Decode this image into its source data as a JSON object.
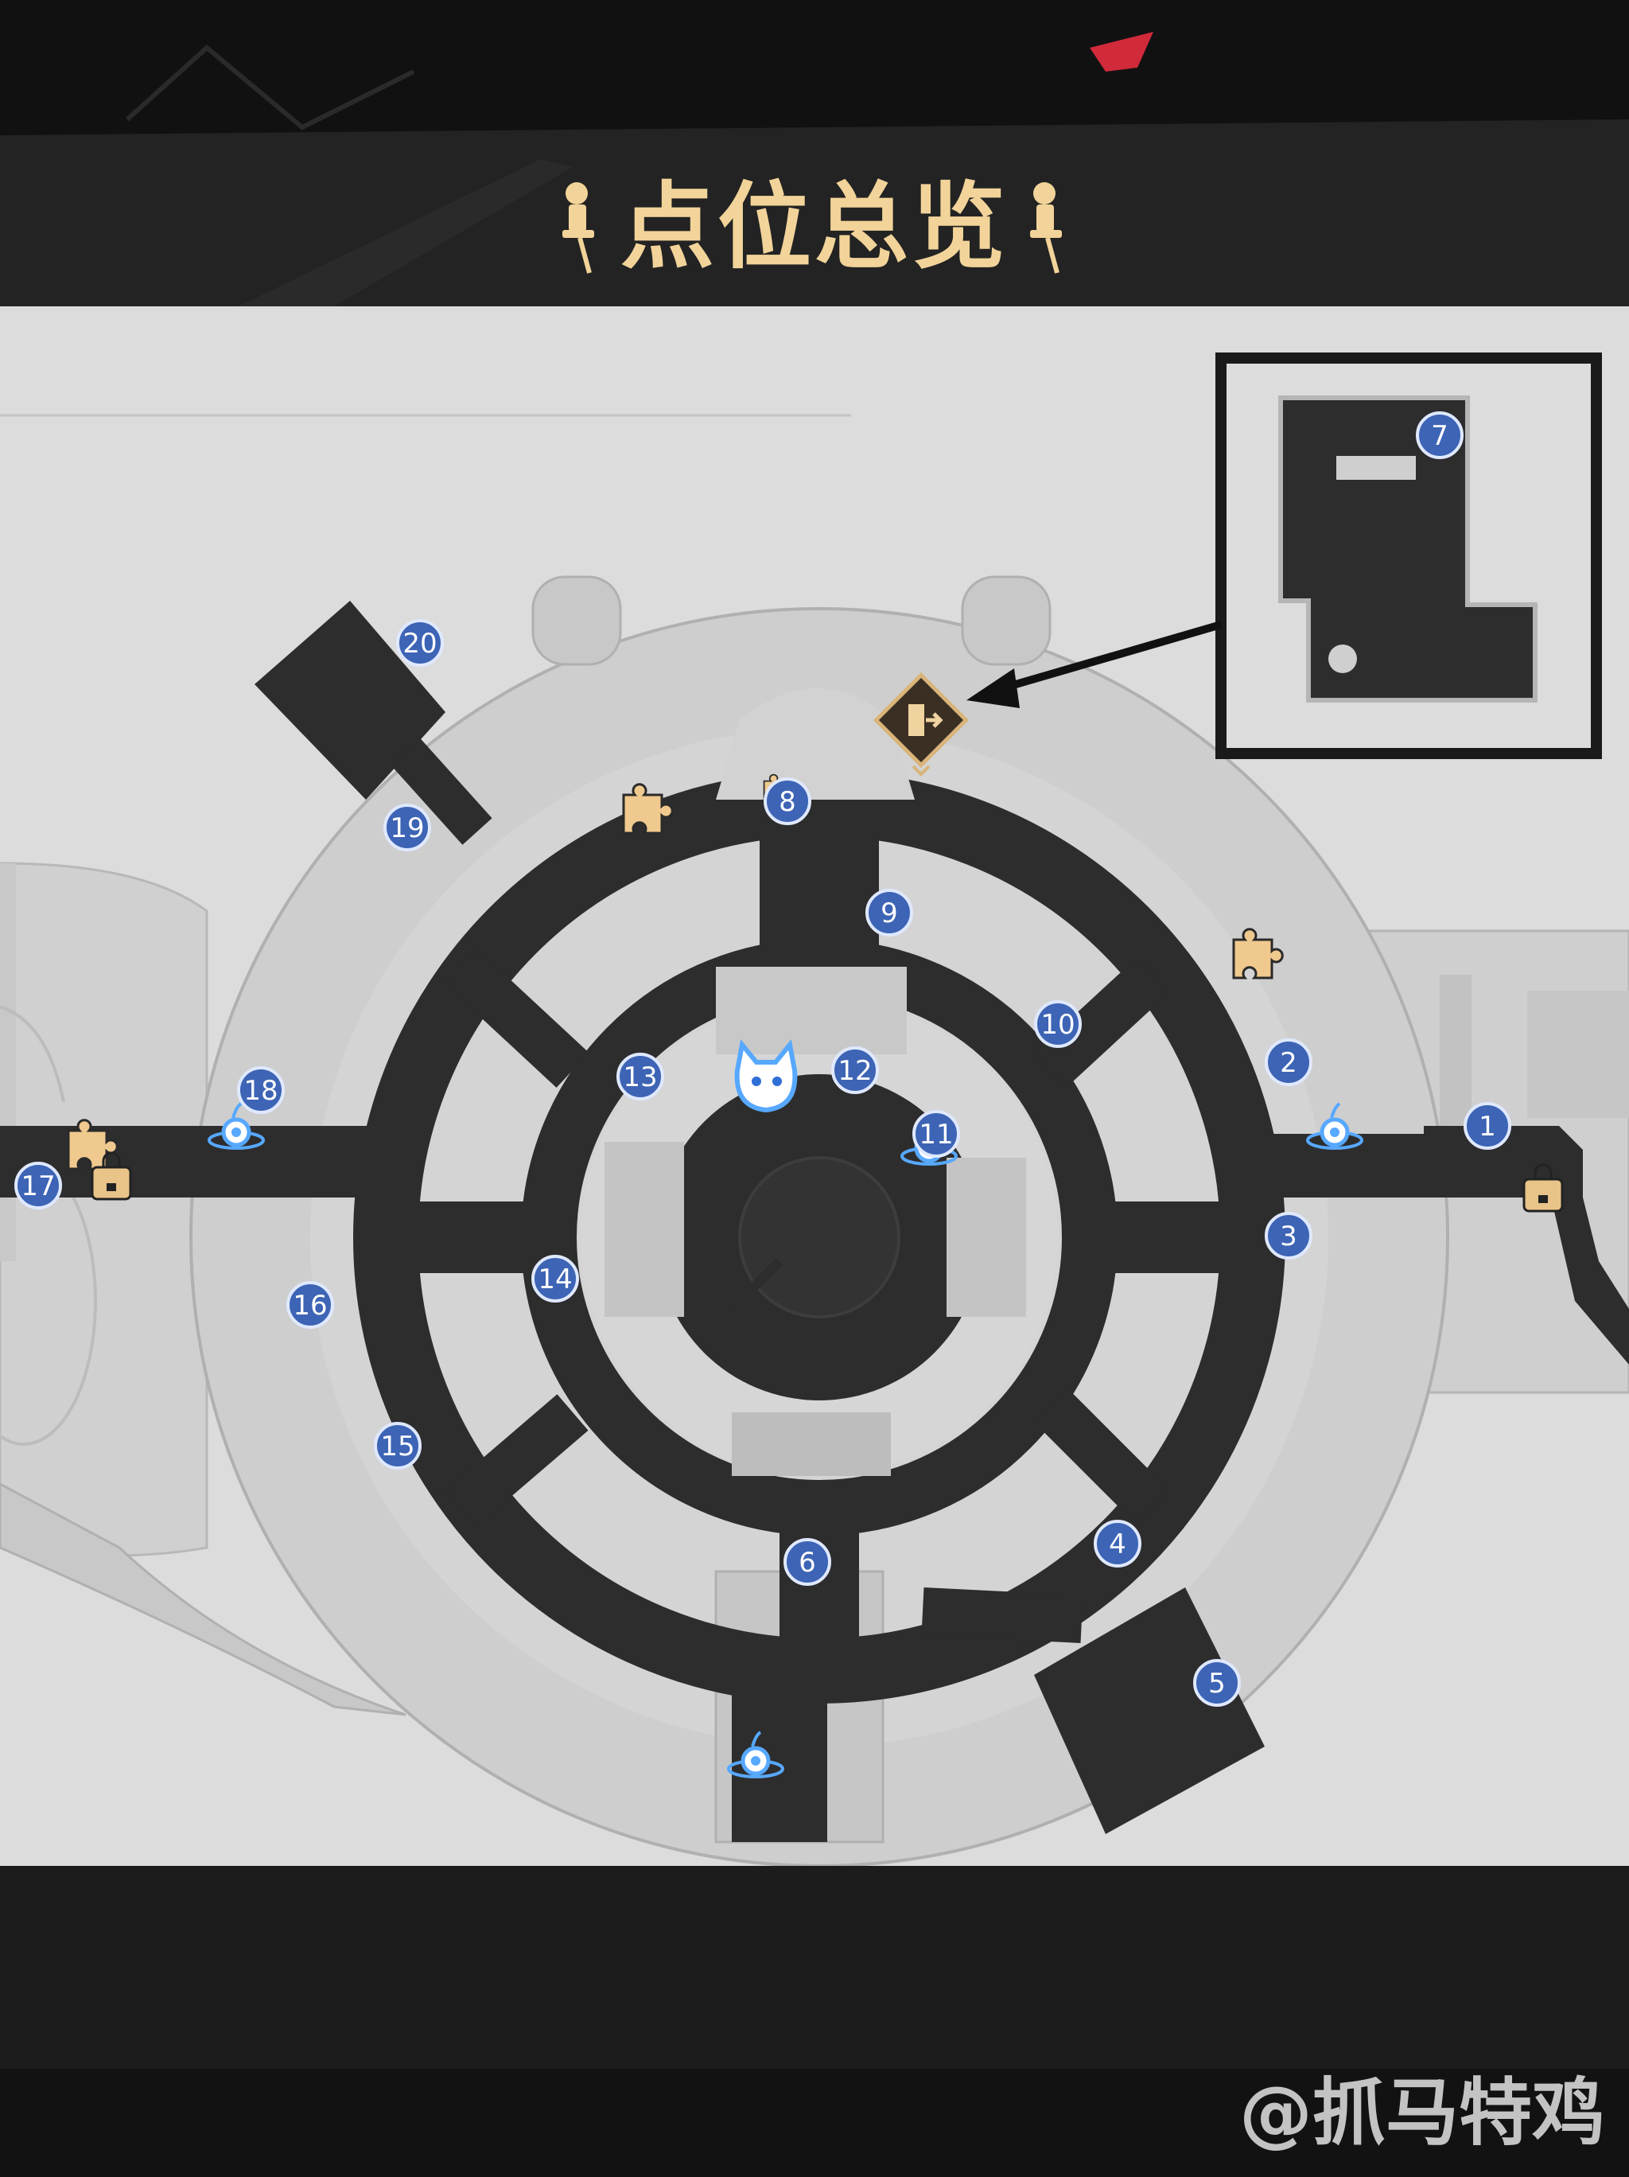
{
  "header": {
    "title": "点位总览"
  },
  "watermark": "@抓马特鸡",
  "colors": {
    "marker_fill": "#3d64b5",
    "marker_stroke": "#dfe8ff",
    "title_gold": "#f2d49a",
    "path_dark": "#2d2d2d",
    "map_light": "#d6d6d6",
    "waypoint_blue": "#57a8ff"
  },
  "markers": [
    {
      "id": "1",
      "label": "1"
    },
    {
      "id": "2",
      "label": "2"
    },
    {
      "id": "3",
      "label": "3"
    },
    {
      "id": "4",
      "label": "4"
    },
    {
      "id": "5",
      "label": "5"
    },
    {
      "id": "6",
      "label": "6"
    },
    {
      "id": "7",
      "label": "7"
    },
    {
      "id": "8",
      "label": "8"
    },
    {
      "id": "9",
      "label": "9"
    },
    {
      "id": "10",
      "label": "10"
    },
    {
      "id": "11",
      "label": "11"
    },
    {
      "id": "12",
      "label": "12"
    },
    {
      "id": "13",
      "label": "13"
    },
    {
      "id": "14",
      "label": "14"
    },
    {
      "id": "15",
      "label": "15"
    },
    {
      "id": "16",
      "label": "16"
    },
    {
      "id": "17",
      "label": "17"
    },
    {
      "id": "18",
      "label": "18"
    },
    {
      "id": "19",
      "label": "19"
    },
    {
      "id": "20",
      "label": "20"
    }
  ],
  "icons": {
    "puzzle": "puzzle-piece-icon",
    "shop": "shop-bag-icon",
    "waypoint": "space-anchor-icon",
    "exit": "exit-door-icon",
    "center": "cat-mascot-icon"
  }
}
